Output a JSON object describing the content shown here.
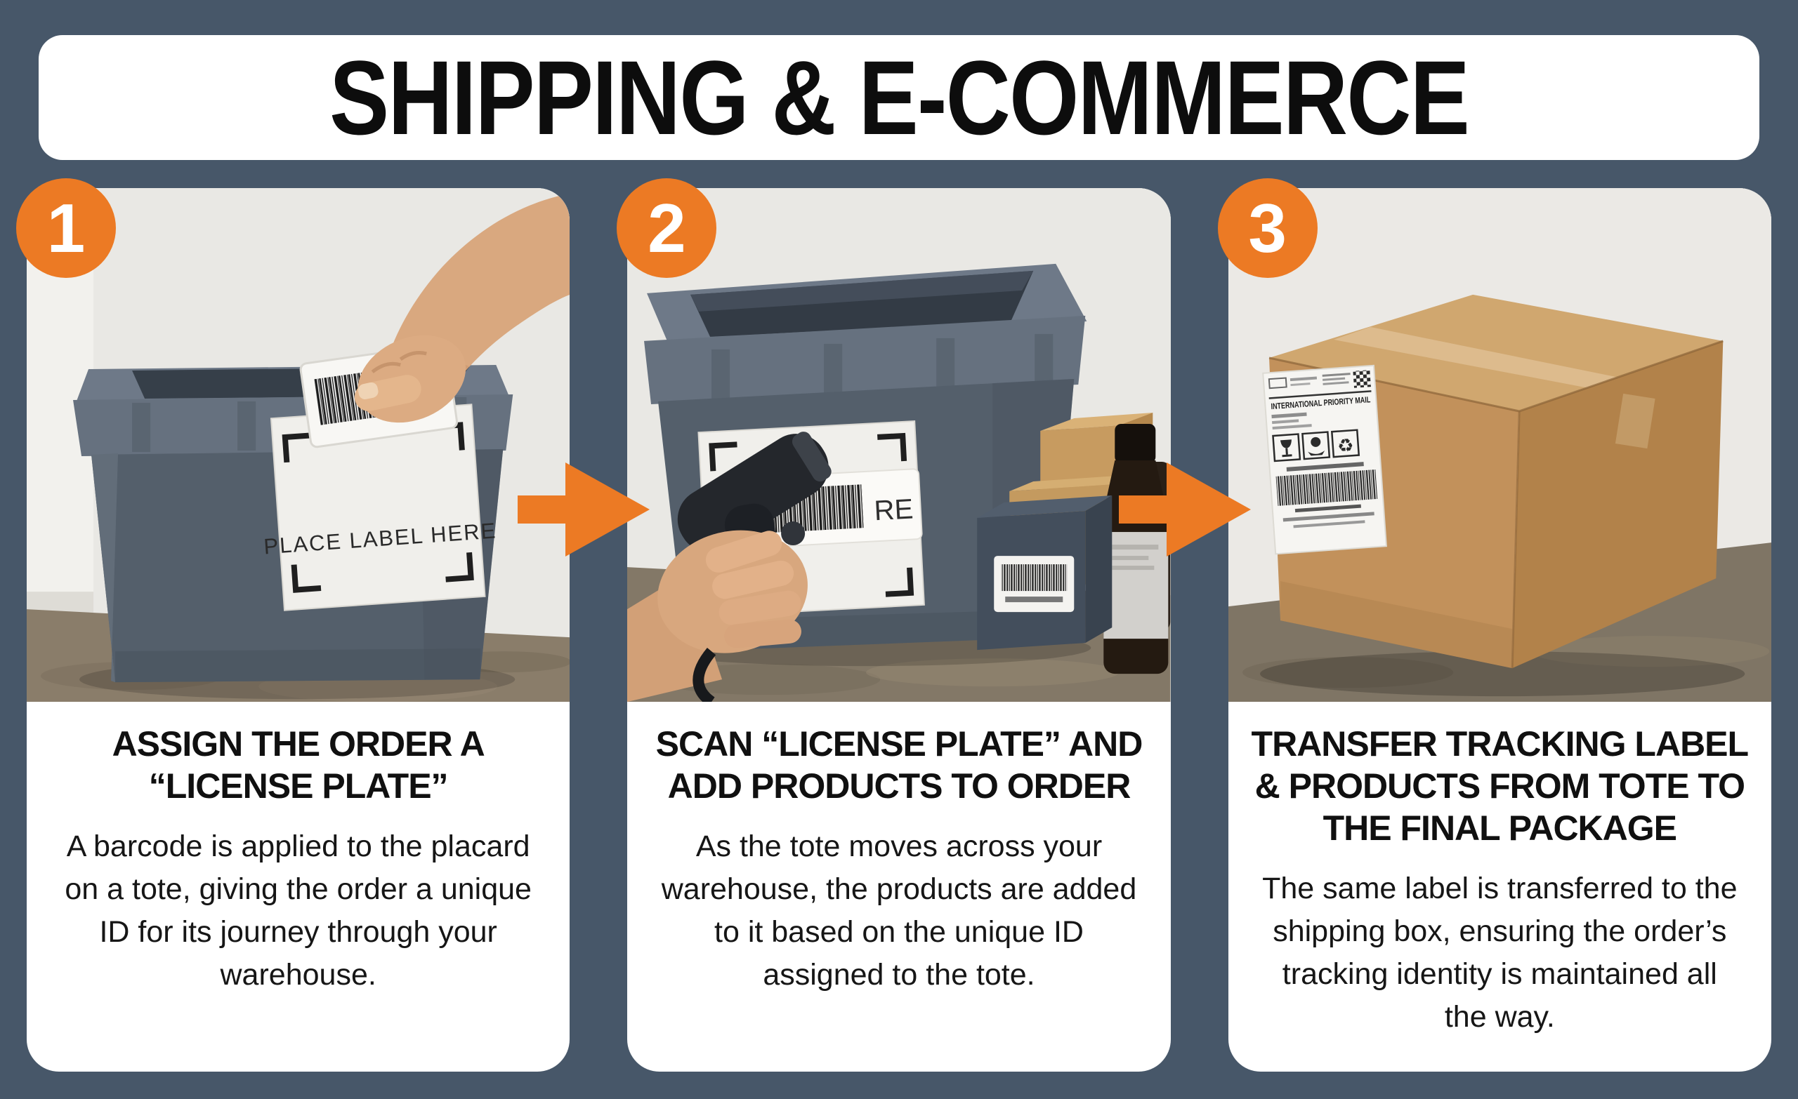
{
  "header": {
    "title": "SHIPPING & E-COMMERCE"
  },
  "colors": {
    "background": "#475769",
    "accent_orange": "#EC7A24",
    "panel_white": "#FFFFFF",
    "title_text": "#0D0D0D"
  },
  "steps": [
    {
      "number": "1",
      "heading": "ASSIGN THE ORDER A “LICENSE PLATE”",
      "body": "A barcode is applied to the placard on a tote, giving the order a unique ID for its journey through your warehouse.",
      "photo": {
        "scene": "hand-applying-barcode-label-to-tote-placard",
        "placard_text": "PLACE LABEL HERE"
      }
    },
    {
      "number": "2",
      "heading": "SCAN “LICENSE PLATE” AND ADD PRODUCTS TO ORDER",
      "body": "As the tote moves across your warehouse, the products are added to it based on the unique ID assigned to the tote.",
      "photo": {
        "scene": "barcode-scanner-scanning-tote-placard-with-products",
        "placard_visible_text": "RE"
      }
    },
    {
      "number": "3",
      "heading": "TRANSFER TRACKING LABEL & PRODUCTS FROM TOTE TO THE FINAL PACKAGE",
      "body": "The same label is transferred to the shipping box, ensuring the order’s tracking identity is maintained all the way.",
      "photo": {
        "scene": "sealed-cardboard-shipping-box-with-tracking-label",
        "shipping_label_title": "INTERNATIONAL PRIORITY MAIL"
      }
    }
  ]
}
